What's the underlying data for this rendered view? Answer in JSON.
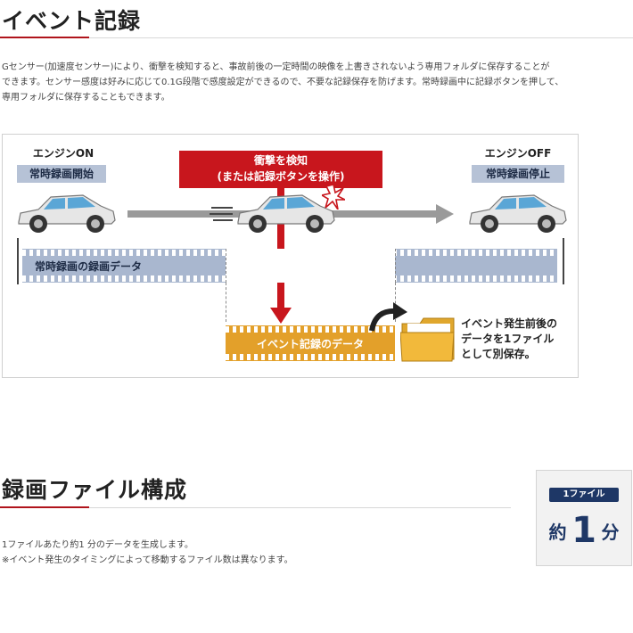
{
  "section1": {
    "heading": "イベント記録",
    "description_lines": [
      "Gセンサー(加速度センサー)により、衝撃を検知すると、事故前後の一定時間の映像を上書きされないよう専用フォルダに保存することが",
      "できます。センサー感度は好みに応じて0.1G段階で感度設定ができるので、不要な記録保存を防げます。常時録画中に記録ボタンを押して、",
      "専用フォルダに保存することもできます。"
    ]
  },
  "diagram": {
    "engine_on": "エンジンON",
    "continuous_start": "常時録画開始",
    "impact_line1": "衝撃を検知",
    "impact_line2": "(または記録ボタンを操作)",
    "engine_off": "エンジンOFF",
    "continuous_stop": "常時録画停止",
    "continuous_data": "常時録画の録画データ",
    "event_data": "イベント記録のデータ",
    "save_note": [
      "イベント発生前後の",
      "データを1ファイル",
      "として別保存。"
    ],
    "colors": {
      "accent_red": "#c8161d",
      "film_blue": "#a9b7cf",
      "film_orange": "#e3a02a",
      "label_blue": "#b6c2d6"
    }
  },
  "section2": {
    "heading": "録画ファイル構成",
    "lines": [
      "1ファイルあたり約1 分のデータを生成します。",
      "※イベント発生のタイミングによって移動するファイル数は異なります。"
    ],
    "badge": {
      "top": "1ファイル",
      "prefix": "約",
      "number": "1",
      "unit": "分"
    }
  }
}
